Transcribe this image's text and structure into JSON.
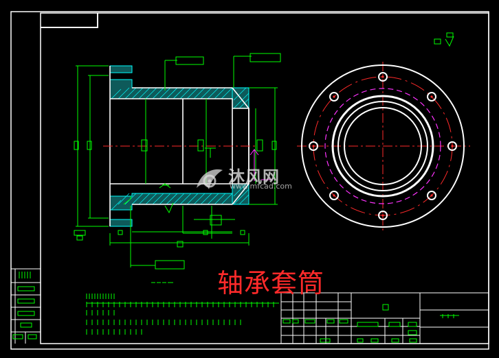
{
  "drawing": {
    "title": "轴承套筒",
    "watermark_brand": "沐风网",
    "watermark_url": "www.mfcad.com",
    "watermark_logo": "mfcad-logo",
    "colors": {
      "background": "#000000",
      "frame": "#ffffff",
      "dimension": "#00ff00",
      "centerline": "#ff2a2a",
      "hatch": "#00ffff",
      "hidden_circle": "#ff33ff",
      "title": "#ff2a2a"
    }
  }
}
